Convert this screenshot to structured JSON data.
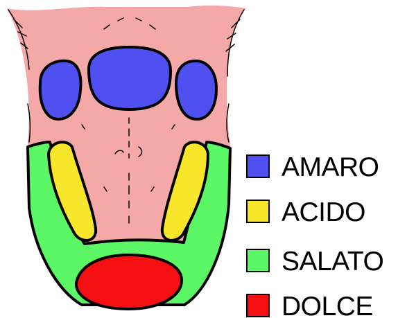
{
  "colors": {
    "tongue": "#f4a9a8",
    "outline": "#000000",
    "amaro": "#5050f0",
    "acido": "#f7e62a",
    "salato": "#5cf766",
    "dolce": "#f40f12"
  },
  "legend": [
    {
      "id": "amaro",
      "label": "AMARO",
      "color": "#5050f0"
    },
    {
      "id": "acido",
      "label": "ACIDO",
      "color": "#f7e62a"
    },
    {
      "id": "salato",
      "label": "SALATO",
      "color": "#5cf766"
    },
    {
      "id": "dolce",
      "label": "DOLCE",
      "color": "#f40f12"
    }
  ]
}
